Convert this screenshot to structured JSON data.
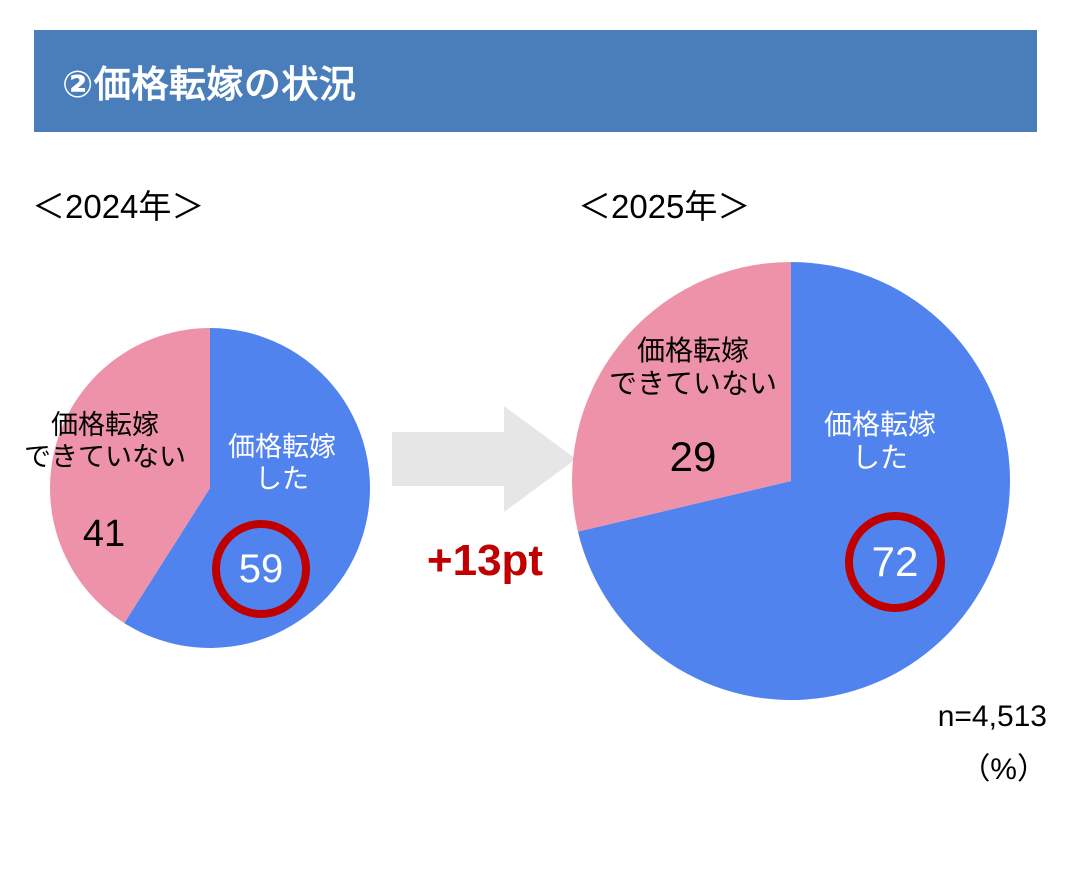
{
  "header": {
    "title": "②価格転嫁の状況",
    "background_color": "#4A7EBB",
    "text_color": "#FFFFFF"
  },
  "captions": {
    "left_year": "＜2024年＞",
    "right_year": "＜2025年＞"
  },
  "annotation": {
    "delta_label": "+13pt",
    "delta_color": "#C00000",
    "arrow_color": "#E6E6E6",
    "arrow_name": "right-arrow"
  },
  "footnotes": {
    "sample_size": "n=4,513",
    "unit": "（%）"
  },
  "palette": {
    "series_blue": "#5183EE",
    "series_pink": "#EE92A9",
    "highlight_red": "#C00000",
    "header_blue": "#4A7EBB"
  },
  "chart_data": [
    {
      "type": "pie",
      "title": "＜2024年＞",
      "unit": "%",
      "legend_position": "inside-slices",
      "categories": [
        "価格転嫁した",
        "価格転嫁できていない"
      ],
      "values": [
        59,
        41
      ],
      "colors": [
        "#5183EE",
        "#EE92A9"
      ],
      "labels": {
        "blue_label": "価格転嫁\nした",
        "blue_label_line1": "価格転嫁",
        "blue_label_line2": "した",
        "blue_value": "59",
        "pink_label_line1": "価格転嫁",
        "pink_label_line2": "できていない",
        "pink_value": "41"
      },
      "highlighted_value": "59",
      "start_angle_deg": 0
    },
    {
      "type": "pie",
      "title": "＜2025年＞",
      "unit": "%",
      "legend_position": "inside-slices",
      "categories": [
        "価格転嫁した",
        "価格転嫁できていない"
      ],
      "values": [
        72,
        29
      ],
      "colors": [
        "#5183EE",
        "#EE92A9"
      ],
      "labels": {
        "blue_label_line1": "価格転嫁",
        "blue_label_line2": "した",
        "blue_value": "72",
        "pink_label_line1": "価格転嫁",
        "pink_label_line2": "できていない",
        "pink_value": "29"
      },
      "highlighted_value": "72",
      "start_angle_deg": 0
    }
  ]
}
